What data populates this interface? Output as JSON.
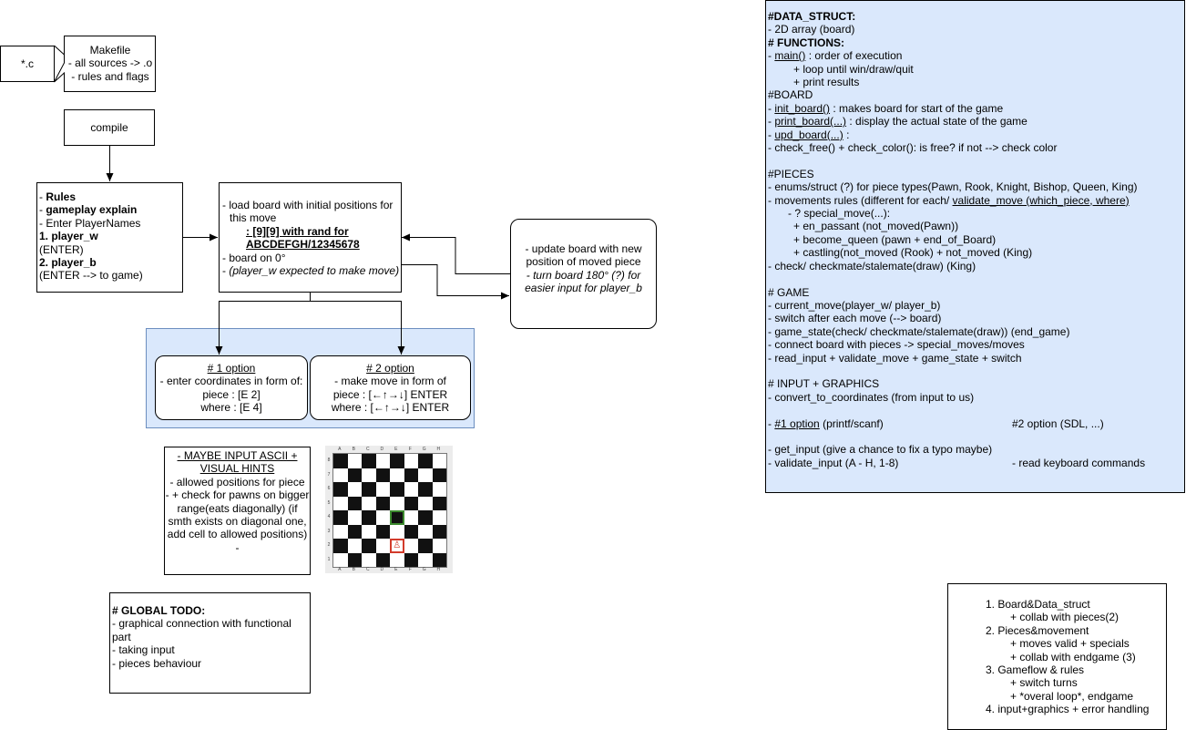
{
  "src": {
    "label": "*.c"
  },
  "makefile": {
    "title": "Makefile",
    "line1": "- all sources -> .o",
    "line2": "- rules and flags"
  },
  "compile": {
    "label": "compile"
  },
  "rules": {
    "l1_dash": "- ",
    "l1": "Rules",
    "l2_dash": "- ",
    "l2": "gameplay explain",
    "l3": "- Enter PlayerNames",
    "l4": "1. player_w",
    "l5": "(ENTER)",
    "l6": "2. player_b",
    "l7": "(ENTER --> to game)"
  },
  "load": {
    "l1": "- load board with initial positions for",
    "l2": "this move",
    "l3": ": [9][9] with rand for",
    "l4": "ABCDEFGH/12345678",
    "l5": "- board on 0°",
    "l6_dash": "- ",
    "l6": "(player_w expected to make move)"
  },
  "update": {
    "l1": "- update board with new",
    "l2": "position of moved piece",
    "l3": "- turn board 180° (?) for",
    "l4": "easier input for player_b"
  },
  "option1": {
    "title": "# 1 option",
    "l1": "- enter coordinates in form of:",
    "l2": "piece  :  [E 2]",
    "l3": "where : [E 4]"
  },
  "option2": {
    "title": "# 2 option",
    "l1": "- make move in form of",
    "l2": "piece :  [←↑→↓] ENTER",
    "l3": "where : [←↑→↓] ENTER"
  },
  "hints": {
    "title1": "- MAYBE INPUT ASCII +",
    "title2": "VISUAL HINTS",
    "l1": "- allowed positions for piece",
    "l2": "- + check for pawns on bigger",
    "l3": "range(eats diagonally) (if",
    "l4": "smth exists on diagonal one,",
    "l5": "add cell to allowed positions)",
    "l6": "-"
  },
  "chessboard": {
    "files": [
      "A",
      "B",
      "C",
      "D",
      "E",
      "F",
      "G",
      "H"
    ],
    "ranks": [
      "8",
      "7",
      "6",
      "5",
      "4",
      "3",
      "2",
      "1"
    ],
    "highlight_target": "E4",
    "highlight_source": "E2",
    "piece": "♙",
    "colors": {
      "dark": "#111111",
      "light": "#ffffff",
      "target": "#3c8a2e",
      "source": "#d23b2b"
    }
  },
  "todo": {
    "title": "# GLOBAL TODO:",
    "l1": "- graphical connection with functional",
    "l2": "part",
    "l3": "- taking input",
    "l4": "- pieces behaviour"
  },
  "notes": {
    "bg_color": "#dae8fc",
    "ds_title": "#DATA_STRUCT:",
    "ds1": "- 2D array (board)",
    "fn_title": "# FUNCTIONS:",
    "fn1_dash": "- ",
    "fn1_u": "main()",
    "fn1_rest": " : order of execution",
    "fn2": "+ loop until win/draw/quit",
    "fn3": "+ print results",
    "board_title": "#BOARD",
    "b1_dash": "- ",
    "b1_u": "init_board()",
    "b1_rest": " : makes board for start of the game",
    "b2_dash": "- ",
    "b2_u": "print_board(...)",
    "b2_rest": " : display the actual state of the game",
    "b3_dash": "- ",
    "b3_u": "upd_board(...)",
    "b3_rest": " :",
    "b4": "- check_free() + check_color(): is free? if not --> check color",
    "pieces_title": "#PIECES",
    "p1": "- enums/struct (?) for piece types(Pawn, Rook, Knight, Bishop, Queen, King)",
    "p2_a": "- movements rules (different for each/ ",
    "p2_u": "validate_move (which_piece, where)",
    "p3": "- ? special_move(...):",
    "p4": "+ en_passant (not_moved(Pawn))",
    "p5": "+ become_queen (pawn + end_of_Board)",
    "p6": "+ castling(not_moved (Rook) + not_moved (King)",
    "p7": "- check/ checkmate/stalemate(draw) (King)",
    "game_title": "# GAME",
    "g1": "- current_move(player_w/ player_b)",
    "g2": "- switch after each move (--> board)",
    "g3": "- game_state(check/ checkmate/stalemate(draw)) (end_game)",
    "g4": "- connect board with pieces -> special_moves/moves",
    "g5": "- read_input + validate_move + game_state + switch",
    "ig_title": "# INPUT + GRAPHICS",
    "ig1": "- convert_to_coordinates (from input to us)",
    "ig2_dash": "- ",
    "ig2_u": "#1 option",
    "ig2_rest": " (printf/scanf)",
    "ig2_right": "#2 option (SDL, ...)",
    "ig3": "- get_input (give a chance to fix a typo maybe)",
    "ig4": "- validate_input (A - H, 1-8)",
    "ig4_right": "- read keyboard commands"
  },
  "plan": {
    "i1": "1. Board&Data_struct",
    "i1a": "+ collab with pieces(2)",
    "i2": "2. Pieces&movement",
    "i2a": "+ moves valid + specials",
    "i2b": "+ collab with endgame (3)",
    "i3": "3. Gameflow & rules",
    "i3a": "+ switch turns",
    "i3b": "+ *overal loop*, endgame",
    "i4": "4. input+graphics + error handling"
  }
}
